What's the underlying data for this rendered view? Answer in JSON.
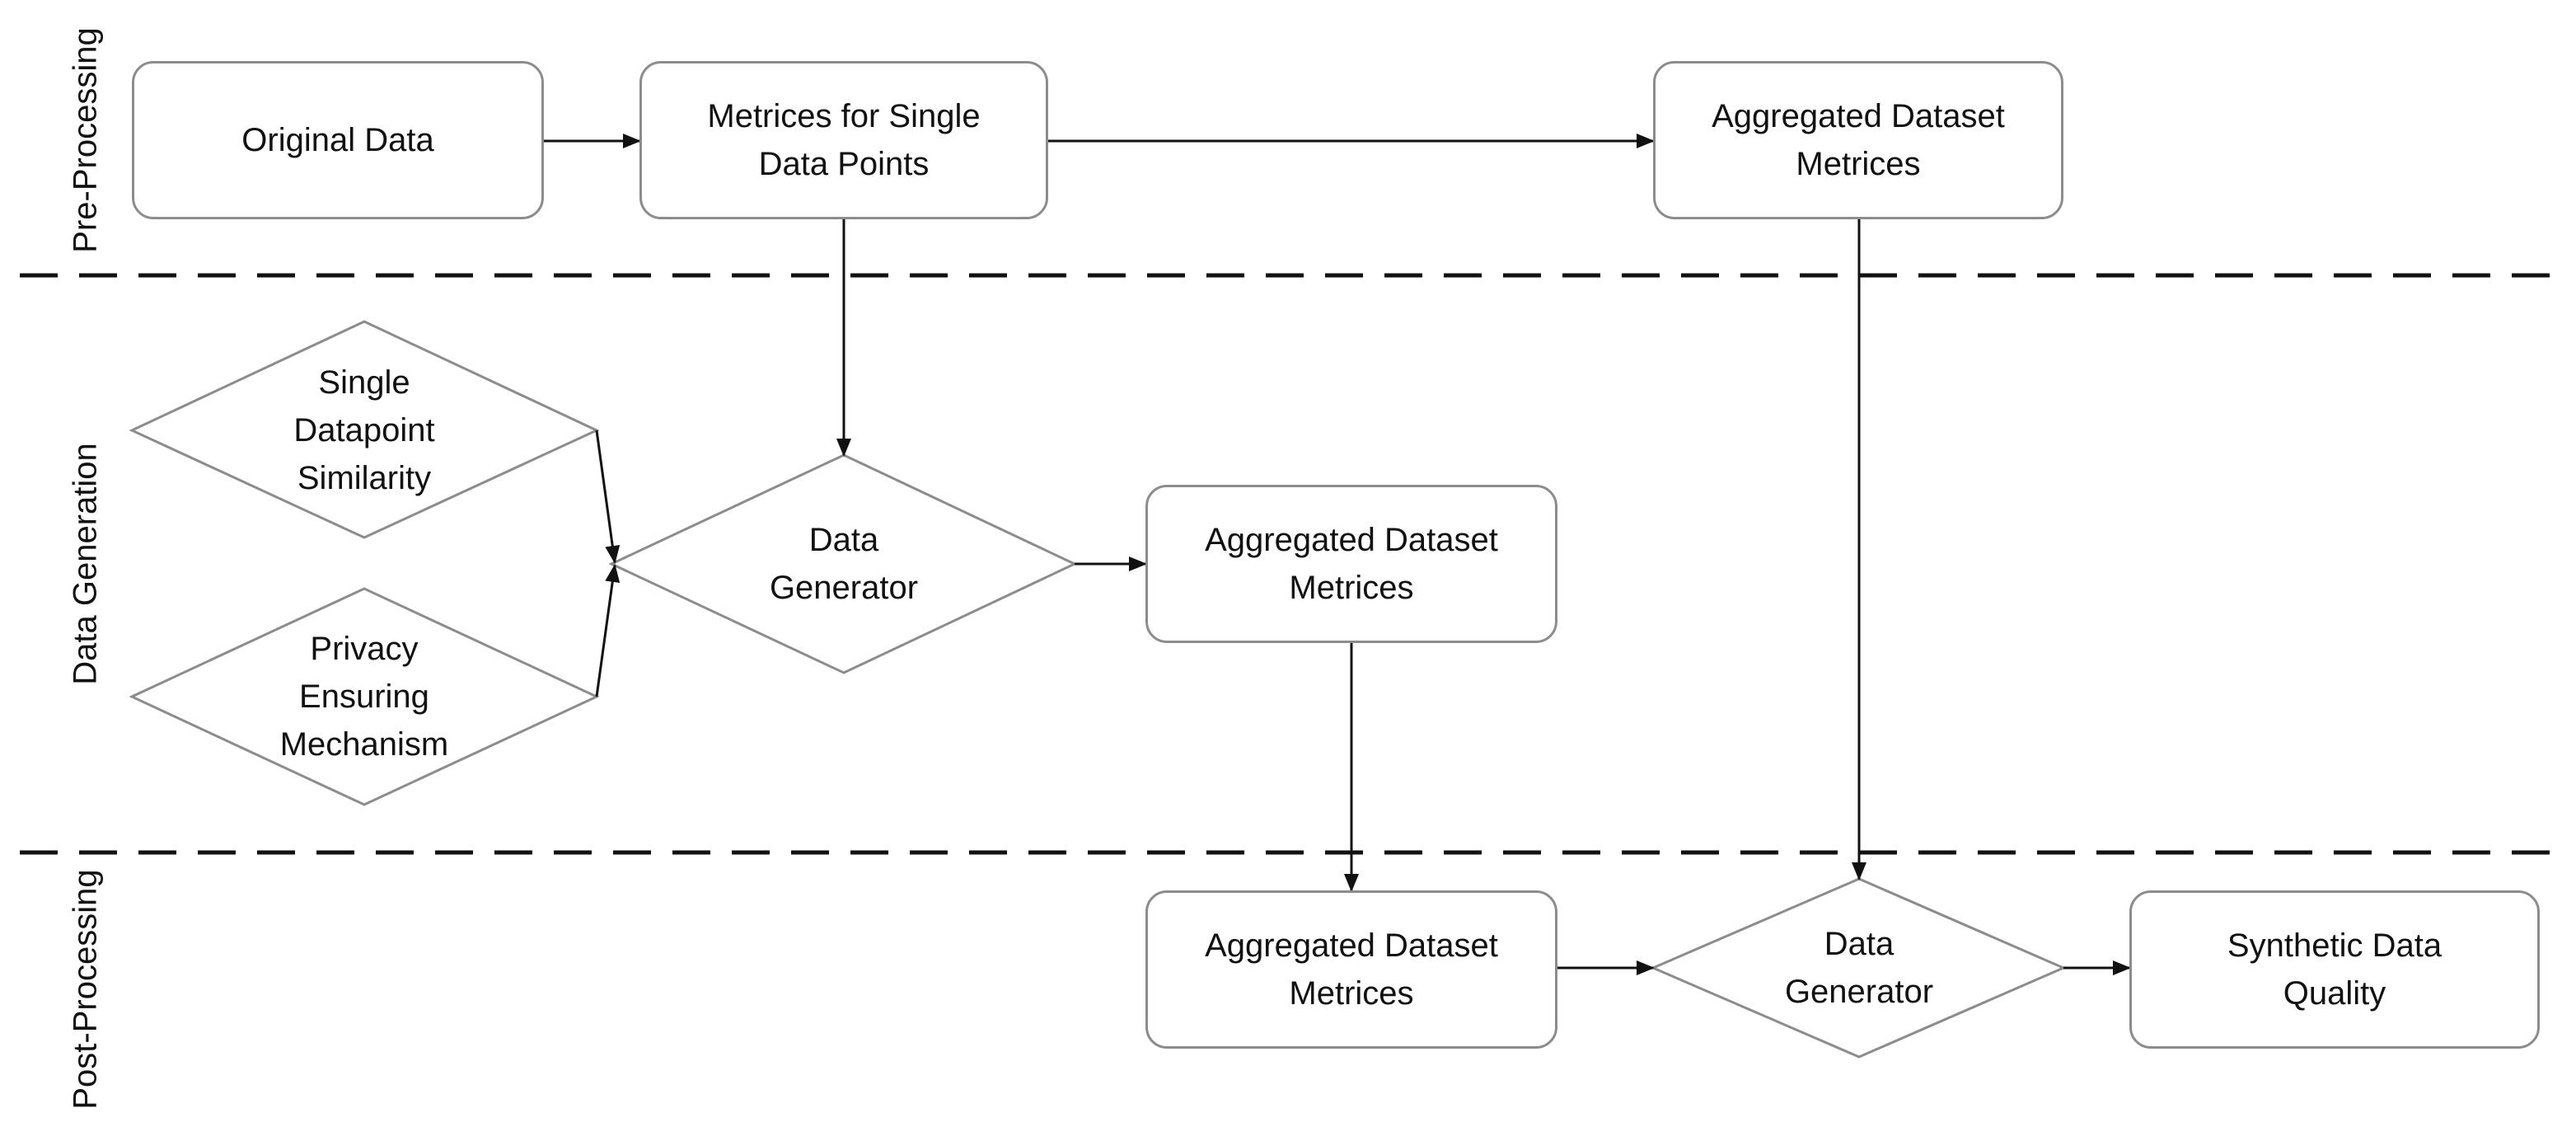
{
  "lanes": {
    "pre": "Pre-Processing",
    "gen": "Data Generation",
    "post": "Post-Processing"
  },
  "nodes": {
    "original_data": "Original Data",
    "metrices_single": "Metrices for Single\nData Points",
    "agg_pre": "Aggregated Dataset\nMetrices",
    "single_similarity": "Single\nDatapoint\nSimilarity",
    "privacy": "Privacy\nEnsuring\nMechanism",
    "generator_mid": "Data\nGenerator",
    "agg_mid": "Aggregated Dataset\nMetrices",
    "agg_post": "Aggregated Dataset\nMetrices",
    "generator_post": "Data\nGenerator",
    "synthetic_quality": "Synthetic Data\nQuality"
  },
  "colors": {
    "node_border": "#8c8c8c",
    "arrow": "#111111",
    "divider": "#111111"
  }
}
